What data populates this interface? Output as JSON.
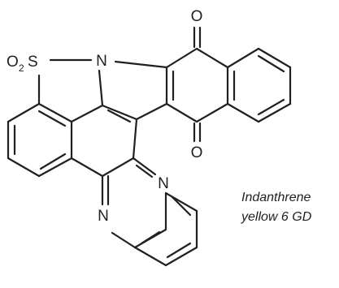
{
  "molecule": {
    "atoms": {
      "o_top": "O",
      "o_bottom": "O",
      "n_pyrrole": "N",
      "n_right": "N",
      "n_lower": "N",
      "sulfonyl_o": "O",
      "sulfonyl_sub": "2",
      "sulfonyl_s": "S"
    }
  },
  "caption": {
    "line1": "Indanthrene",
    "line2": "yellow 6 GD"
  }
}
